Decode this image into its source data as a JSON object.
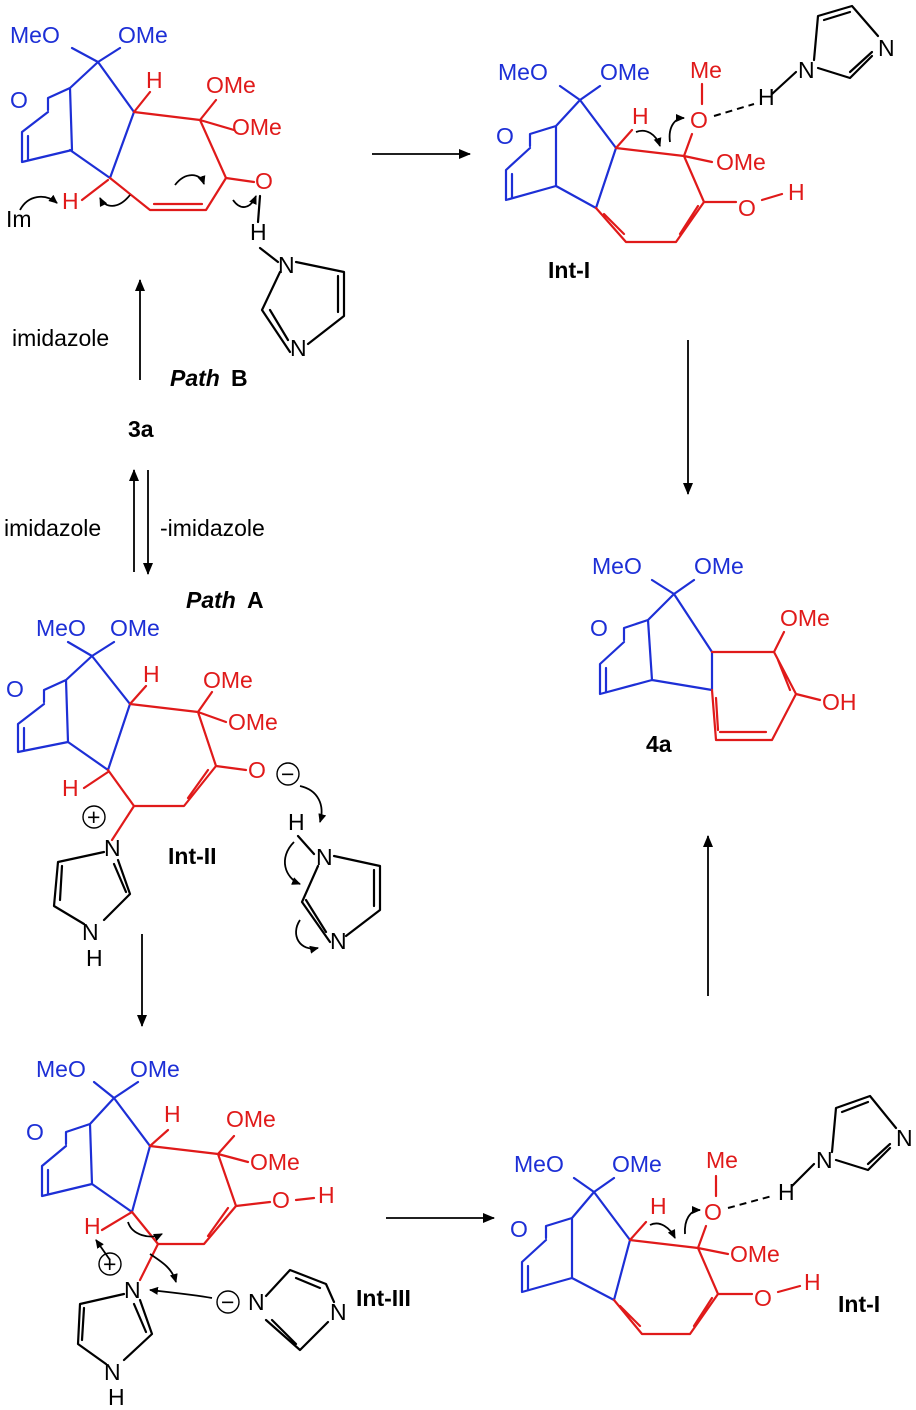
{
  "labels": {
    "meo": "MeO",
    "ome": "OMe",
    "o": "O",
    "h": "H",
    "n": "N",
    "im": "Im",
    "me": "Me",
    "plus": "+",
    "minus": "−"
  },
  "compounds": {
    "cmpd_3a": "3a",
    "int_i": "Int-I",
    "int_ii": "Int-II",
    "int_iii": "Int-III",
    "cmpd_4a": "4a"
  },
  "conditions": {
    "path_b_reagent": "imidazole",
    "path_b_label_italic": "Path",
    "path_b_label_letter": "B",
    "path_a_forward": "imidazole",
    "path_a_reverse": "-imidazole",
    "path_a_label_italic": "Path",
    "path_a_label_letter": "A"
  },
  "colors": {
    "bicyclic_core": "#1d2fd6",
    "reacting_ring": "#e01a1a",
    "reagents": "#000000"
  }
}
